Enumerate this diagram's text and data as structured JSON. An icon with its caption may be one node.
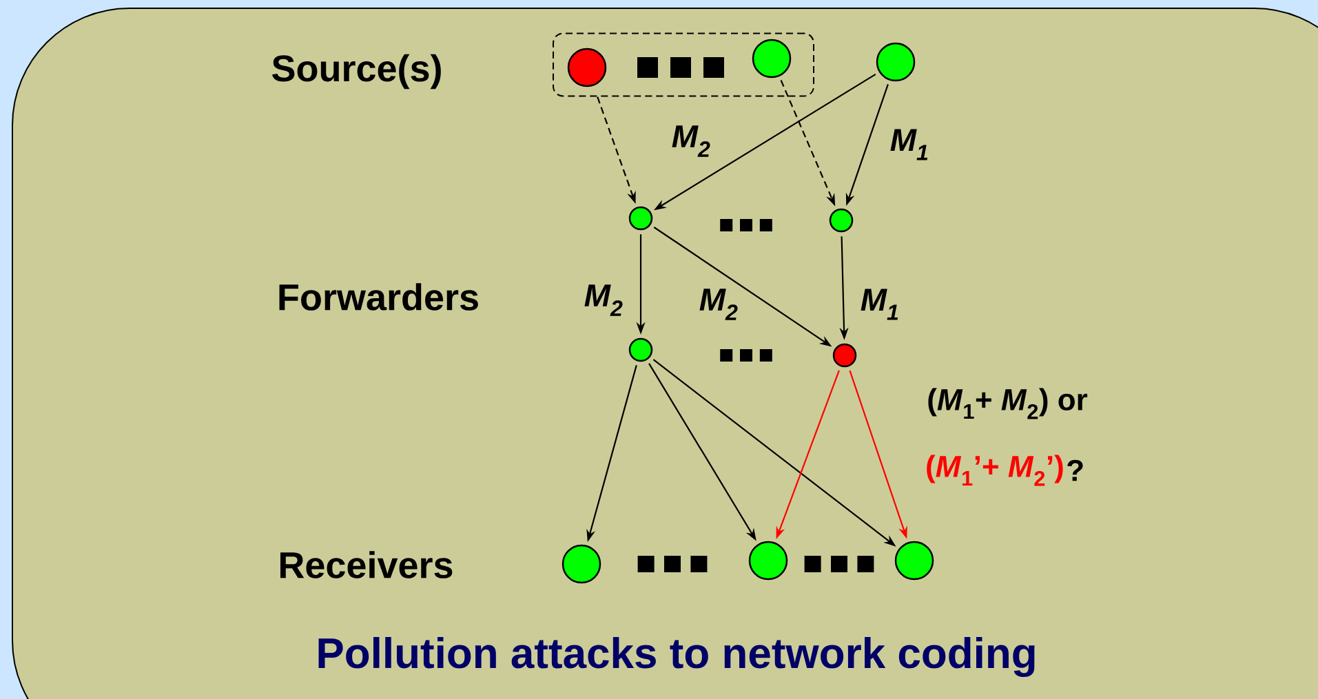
{
  "diagram": {
    "title": "Pollution attacks to network coding",
    "nodes": [
      {
        "text": [],
        "shape": "box"
      },
      {
        "text": [],
        "shape": "circle",
        "in": 0
      },
      {
        "text": [],
        "shape": "circle",
        "in": 0
      },
      {
        "text": [],
        "shape": "circle"
      },
      {
        "text": [],
        "shape": "circle"
      },
      {
        "text": [],
        "shape": "circle"
      },
      {
        "text": [],
        "shape": "circle"
      },
      {
        "text": [],
        "shape": "circle"
      },
      {
        "text": [],
        "shape": "circle"
      },
      {
        "text": [],
        "shape": "circle"
      },
      {
        "text": [],
        "shape": "circle"
      }
    ],
    "edges": [
      {
        "from": 1,
        "to": 4,
        "arrow": "to",
        "style": "dashed"
      },
      {
        "from": 2,
        "to": 5,
        "arrow": "to",
        "style": "dashed"
      },
      {
        "from": 3,
        "to": 4,
        "arrow": "to",
        "label": "*M*$_{2}$"
      },
      {
        "from": 3,
        "to": 5,
        "arrow": "to",
        "label": "*M*$_{1}$"
      },
      {
        "from": 4,
        "to": 6,
        "arrow": "to",
        "label": "*M*$_{2}$"
      },
      {
        "from": 4,
        "to": 7,
        "arrow": "to",
        "label": "*M*$_{2}$"
      },
      {
        "from": 5,
        "to": 7,
        "arrow": "to",
        "label": "*M*$_{1}$"
      },
      {
        "from": 6,
        "to": 8,
        "arrow": "to"
      },
      {
        "from": 6,
        "to": 9,
        "arrow": "to"
      },
      {
        "from": 6,
        "to": 10,
        "arrow": "to"
      },
      {
        "from": 7,
        "to": 9,
        "arrow": "to",
        "color": "#ff0000"
      },
      {
        "from": 7,
        "to": 10,
        "arrow": "to",
        "color": "#ff0000"
      }
    ],
    "labels": [
      "Source(s)",
      "Forwarders",
      "Receivers",
      "(*M*$_{1}$+ *M*$_{2}$) or",
      "(*M*$_{1}$’+ *M*$_{2}$’)",
      "?"
    ]
  }
}
